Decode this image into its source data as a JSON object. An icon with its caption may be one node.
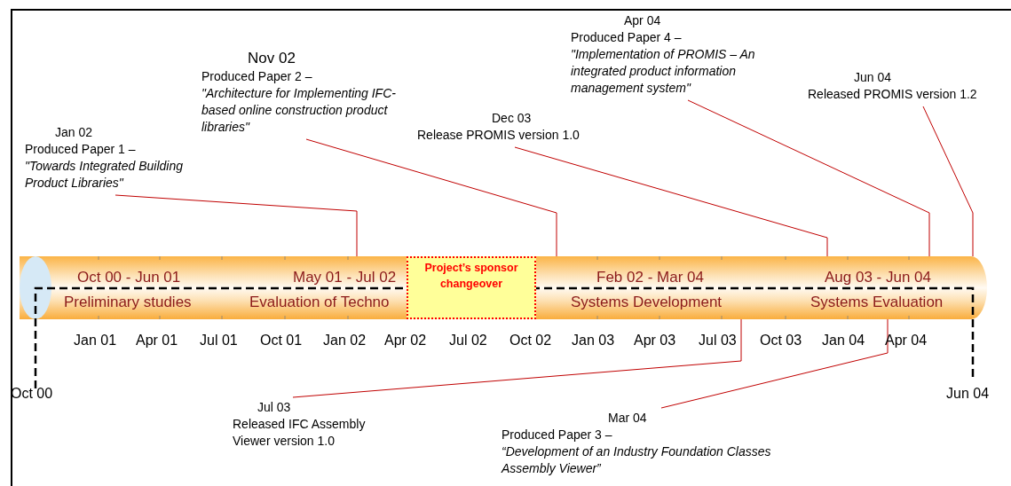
{
  "diagram": {
    "nodes": [
      {
        "text": [
          "Jan 02",
          "Produced Paper 1 –",
          "\"Towards Integrated Building Product Libraries\""
        ]
      },
      {
        "text": [
          "Nov 02",
          "Produced Paper 2 –",
          "\"Architecture for Implementing IFC-based online construction product libraries\""
        ]
      },
      {
        "text": [
          "Dec 03",
          "Release PROMIS version 1.0"
        ]
      },
      {
        "text": [
          "Apr 04",
          "Produced Paper 4 –",
          "\"Implementation of PROMIS – An integrated product information management system\""
        ]
      },
      {
        "text": [
          "Jun 04",
          "Released PROMIS version 1.2"
        ]
      },
      {
        "text": [],
        "shape": "cylinder"
      },
      {
        "text": [
          "Project’s sponsor changeover"
        ],
        "in": 5
      },
      {
        "text": [
          "Jul 03",
          "Released IFC Assembly Viewer version 1.0"
        ]
      },
      {
        "text": [
          "Mar 04",
          "Produced Paper 3 –",
          "“Development of an Industry Foundation Classes Assembly Viewer”"
        ]
      }
    ],
    "edges": [
      {
        "from": 0,
        "to": 5,
        "arrow": "none"
      },
      {
        "from": 1,
        "to": 5,
        "arrow": "none"
      },
      {
        "from": 2,
        "to": 5,
        "arrow": "none"
      },
      {
        "from": 3,
        "to": 5,
        "arrow": "none"
      },
      {
        "from": 4,
        "to": 5,
        "arrow": "none"
      },
      {
        "from": 7,
        "to": 5,
        "arrow": "none"
      },
      {
        "from": 8,
        "to": 5,
        "arrow": "none"
      }
    ],
    "labels": [
      "Oct 00 - Jun 01",
      "May 01 - Jul 02",
      "Feb 02 - Mar 04",
      "Aug 03 - Jun 04",
      "Preliminary studies",
      "Evaluation of Techno",
      "Systems Development",
      "Systems Evaluation",
      "Jan 01",
      "Apr 01",
      "Jul 01",
      "Oct 01",
      "Jan 02",
      "Apr 02",
      "Jul 02",
      "Oct 02",
      "Jan 03",
      "Apr 03",
      "Jul 03",
      "Oct 03",
      "Jan 04",
      "Apr 04",
      "Oct 00",
      "Jun 04"
    ]
  }
}
